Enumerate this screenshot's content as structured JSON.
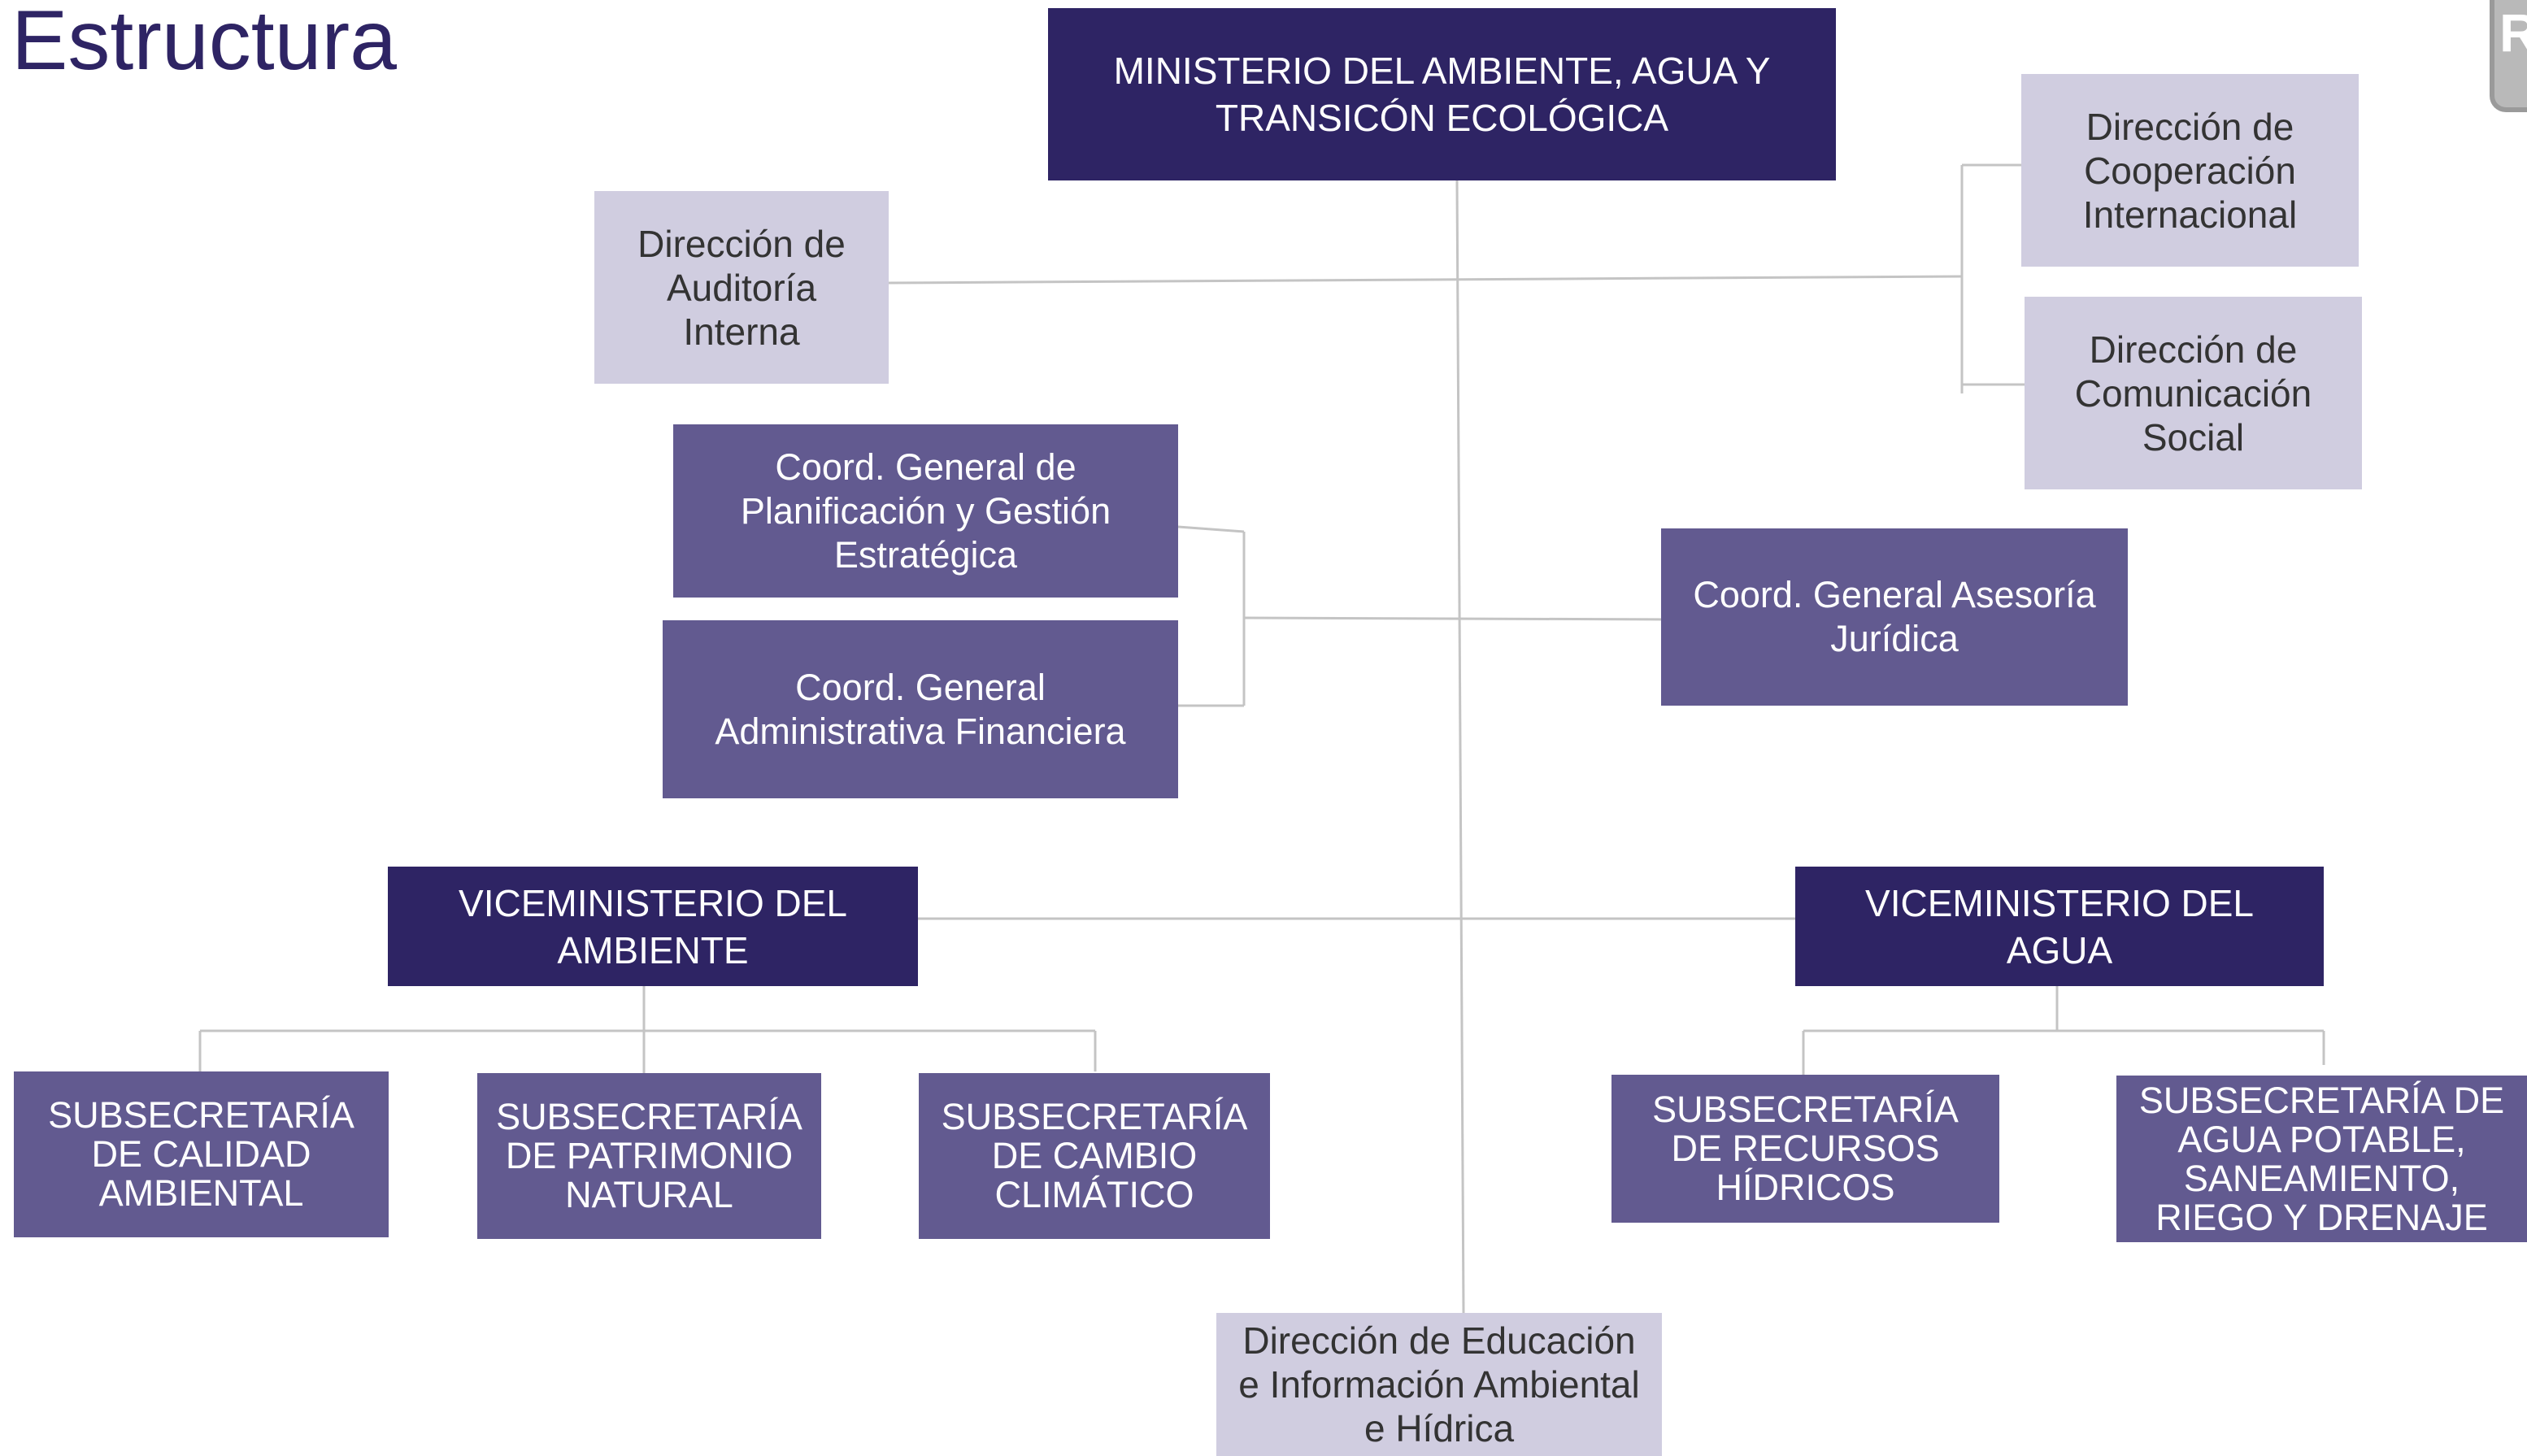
{
  "page": {
    "title": "Estructura"
  },
  "logo_text": "R",
  "nodes": {
    "ministerio": "MINISTERIO DEL AMBIENTE, AGUA Y\nTRANSICÓN ECOLÓGICA",
    "auditoria": "Dirección de\nAuditoría\nInterna",
    "cooperacion": "Dirección de\nCooperación\nInternacional",
    "comunicacion": "Dirección de\nComunicación\nSocial",
    "planificacion": "Coord. General de\nPlanificación y Gestión\nEstratégica",
    "administrativa": "Coord. General\nAdministrativa Financiera",
    "juridica": "Coord. General Asesoría\nJurídica",
    "vice_ambiente": "VICEMINISTERIO DEL\nAMBIENTE",
    "vice_agua": "VICEMINISTERIO DEL\nAGUA",
    "sub_calidad": "SUBSECRETARÍA\nDE  CALIDAD\nAMBIENTAL",
    "sub_patrimonio": "SUBSECRETARÍA\nDE PATRIMONIO\nNATURAL",
    "sub_cambio": "SUBSECRETARÍA\nDE CAMBIO\nCLIMÁTICO",
    "sub_recursos": "SUBSECRETARÍA\nDE RECURSOS\nHÍDRICOS",
    "sub_agua_potable": "SUBSECRETARÍA DE\nAGUA POTABLE,\nSANEAMIENTO,\nRIEGO Y DRENAJE",
    "educacion": "Dirección de Educación\ne Información Ambiental\ne Hídrica"
  },
  "colors": {
    "dark": "#2e2464",
    "mid": "#625a90",
    "light": "#d0cde0",
    "line": "#c4c4c4"
  }
}
